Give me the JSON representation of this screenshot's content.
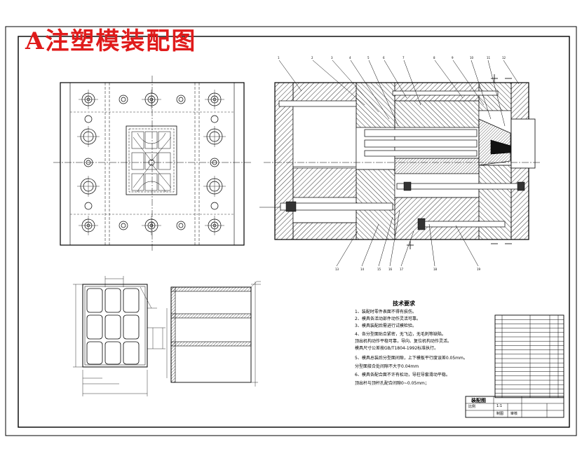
{
  "title": "A注塑模装配图",
  "notes": {
    "heading": "技术要求",
    "lines": [
      "1、装配时零件表面不得有损伤。",
      "2、模具各活动部件动作灵活可靠。",
      "3、模具装配后需进行试模检验。",
      "4、各分型面贴合紧密，无飞边，无毛刺等缺陷。",
      "   顶出机构动作平稳可靠，导向、复位机构动作灵活。",
      "   模具尺寸公差按GB/T1804-1992标准执行。",
      "5、模具总装后分型面间隙，上下模板平行度误差0.05mm。",
      "   分型面接合处间隙不大于0.04mm",
      "6、模具各配合面不许有松动，导柱导套滑动平稳。",
      "   顶出杆与顶杆孔配合间隙0~0.05mm；"
    ]
  },
  "title_block": {
    "name": "装配图",
    "scale": "1:1",
    "row2": [
      "比例",
      "1:1"
    ],
    "row3": [
      "制图",
      "审核"
    ]
  },
  "leaders_top": [
    "1",
    "2",
    "3",
    "4",
    "5",
    "6",
    "7",
    "8",
    "9",
    "10",
    "11",
    "12"
  ],
  "leaders_bottom": [
    "13",
    "14",
    "15",
    "16",
    "17",
    "18",
    "19"
  ],
  "colors": {
    "title": "#e01b1b",
    "line": "#000000",
    "hatch": "#000000"
  }
}
